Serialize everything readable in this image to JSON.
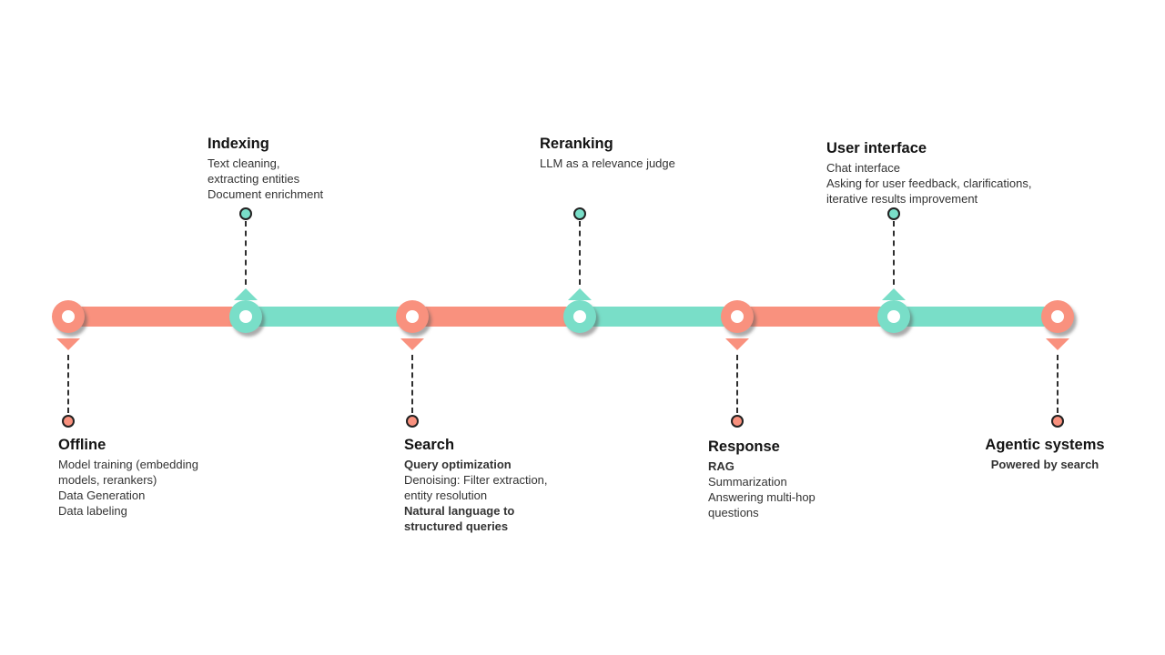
{
  "colors": {
    "salmon": "#F9917E",
    "teal": "#79DEC8",
    "connector": "#2E2E2E",
    "title_text": "#131313",
    "body_text": "#333333"
  },
  "timeline": {
    "type": "horizontal-alternating-timeline",
    "segment_colors": [
      "salmon",
      "teal",
      "salmon",
      "teal",
      "salmon",
      "teal"
    ]
  },
  "stages": [
    {
      "title": "Offline",
      "position": "below",
      "node_color": "salmon",
      "lines": [
        "Model training (embedding",
        "models, rerankers)",
        "Data Generation",
        "Data labeling"
      ]
    },
    {
      "title": "Indexing",
      "position": "above",
      "node_color": "teal",
      "lines": [
        "Text cleaning,",
        "extracting entities",
        "Document enrichment"
      ]
    },
    {
      "title": "Search",
      "position": "below",
      "node_color": "salmon",
      "lines": [
        "Query optimization",
        "Denoising: Filter extraction,",
        "entity resolution",
        "Natural language to",
        "structured queries"
      ]
    },
    {
      "title": "Reranking",
      "position": "above",
      "node_color": "teal",
      "lines": [
        "LLM as a relevance judge"
      ]
    },
    {
      "title": "Response",
      "position": "below",
      "node_color": "salmon",
      "lines": [
        "RAG",
        "Summarization",
        "Answering multi-hop",
        "questions"
      ]
    },
    {
      "title": "User interface",
      "position": "above",
      "node_color": "teal",
      "lines": [
        "Chat interface",
        "Asking for user feedback, clarifications,",
        "iterative results improvement"
      ]
    },
    {
      "title": "Agentic systems",
      "position": "below",
      "node_color": "salmon",
      "lines": [
        "Powered by search"
      ]
    }
  ]
}
